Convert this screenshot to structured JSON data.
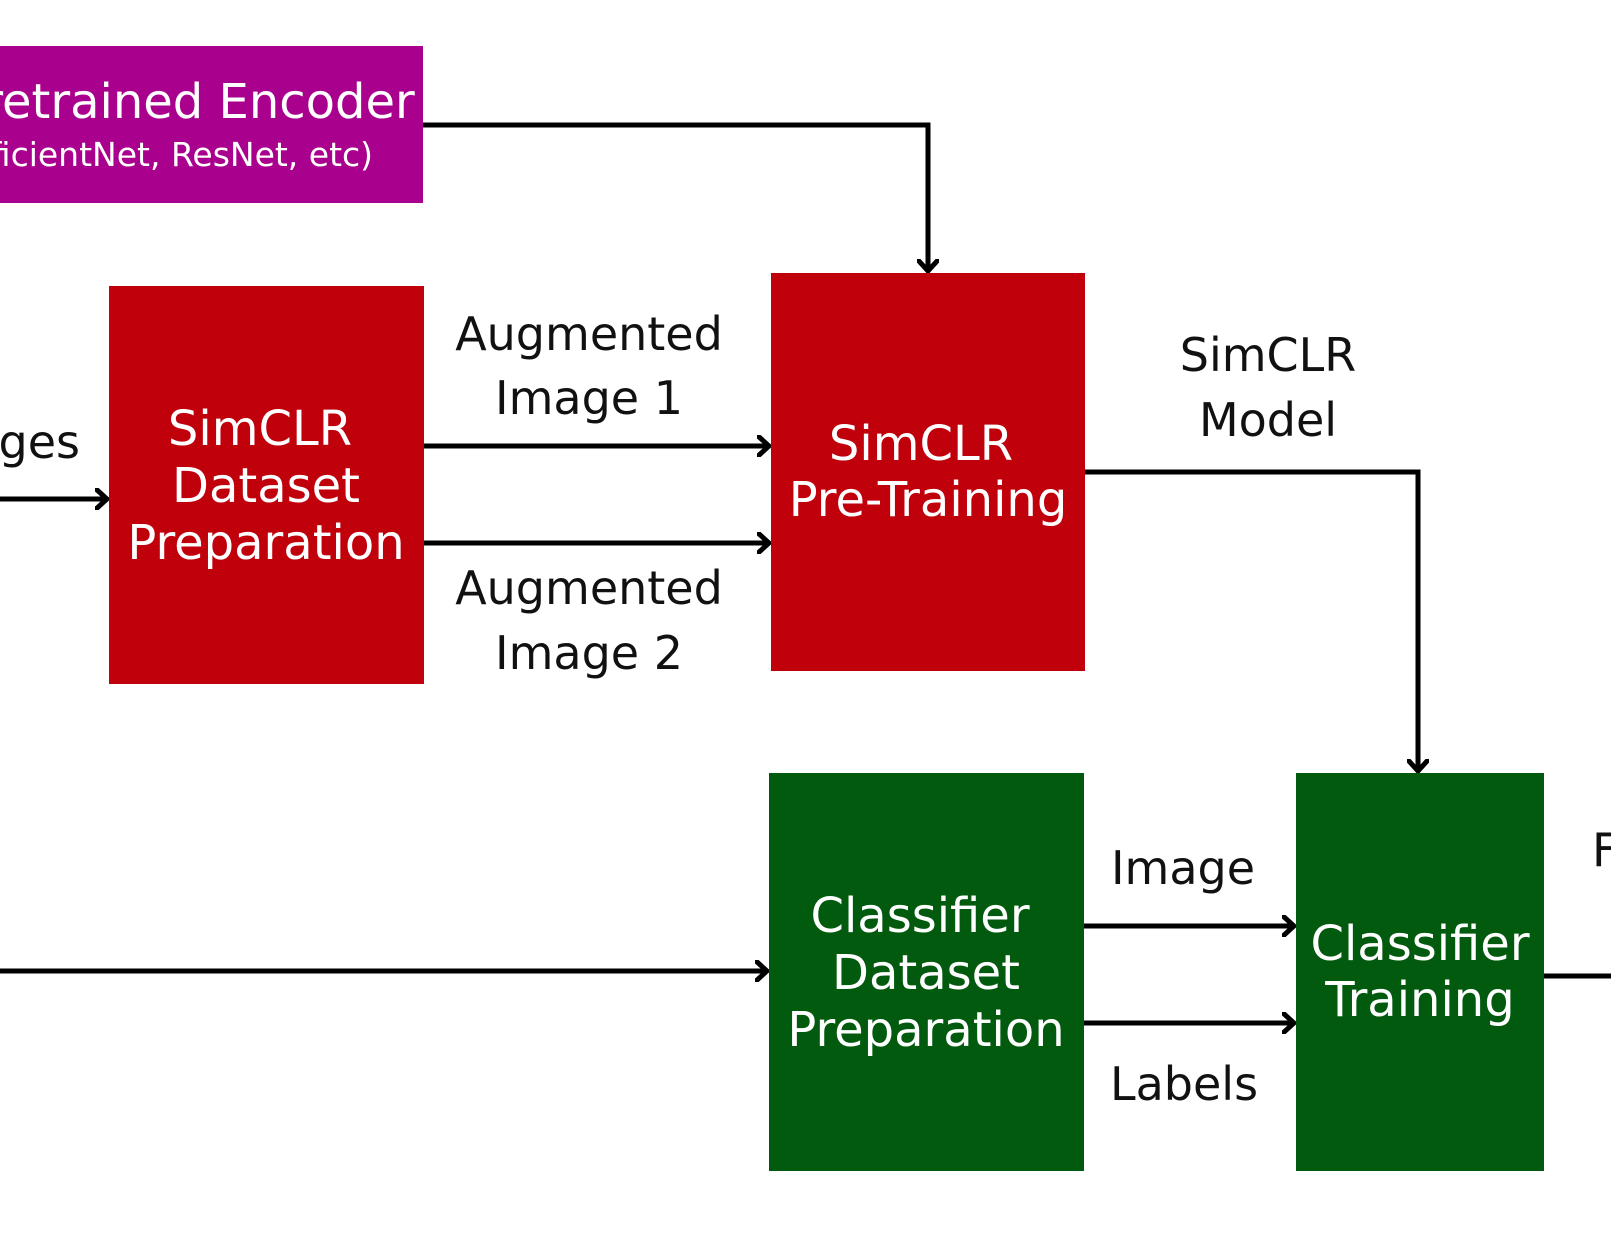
{
  "colors": {
    "encoder": "#aa008e",
    "simclr": "#c0000b",
    "classifier": "#015a0d",
    "arrow": "#000000",
    "background": "#ffffff"
  },
  "nodes": {
    "encoder": {
      "line1": "Pretrained Encoder",
      "line2": "(EfficientNet, ResNet, etc)"
    },
    "simclr_dataset": {
      "lines": [
        "SimCLR",
        "Dataset",
        "Preparation"
      ]
    },
    "simclr_pretraining": {
      "lines": [
        "SimCLR",
        "Pre-Training"
      ]
    },
    "classifier_dataset": {
      "lines": [
        "Classifier",
        "Dataset",
        "Preparation"
      ]
    },
    "classifier_training": {
      "lines": [
        "Classifier",
        "Training"
      ]
    }
  },
  "edges": {
    "images_in": "Images",
    "aug1": [
      "Augmented",
      "Image 1"
    ],
    "aug2": [
      "Augmented",
      "Image 2"
    ],
    "simclr_model": [
      "SimCLR",
      "Model"
    ],
    "image": "Image",
    "labels": "Labels",
    "output_partial": "F"
  }
}
